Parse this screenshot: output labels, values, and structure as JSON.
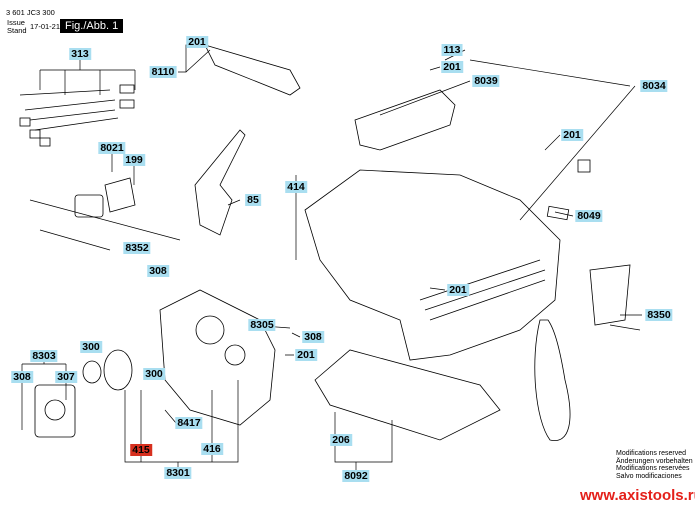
{
  "header": {
    "part_number": "3 601 JC3 300",
    "issue_label": "Issue",
    "stand_label": "Stand",
    "date": "17-01-21",
    "figure": "Fig./Abb. 1"
  },
  "labels": [
    {
      "text": "201"
    },
    {
      "text": "8110"
    },
    {
      "text": "113"
    },
    {
      "text": "201"
    },
    {
      "text": "8039"
    },
    {
      "text": "8034"
    },
    {
      "text": "313"
    },
    {
      "text": "8021"
    },
    {
      "text": "199"
    },
    {
      "text": "201"
    },
    {
      "text": "414"
    },
    {
      "text": "85"
    },
    {
      "text": "8049"
    },
    {
      "text": "8352"
    },
    {
      "text": "308"
    },
    {
      "text": "201"
    },
    {
      "text": "8350"
    },
    {
      "text": "8305"
    },
    {
      "text": "308"
    },
    {
      "text": "300"
    },
    {
      "text": "201"
    },
    {
      "text": "8303"
    },
    {
      "text": "308"
    },
    {
      "text": "307"
    },
    {
      "text": "300"
    },
    {
      "text": "8417"
    },
    {
      "text": "415",
      "highlight": "#d7301f"
    },
    {
      "text": "416"
    },
    {
      "text": "8301"
    },
    {
      "text": "206"
    },
    {
      "text": "8092"
    }
  ],
  "label_color": "#a9def0",
  "footer": {
    "notes": [
      "Modifications reserved",
      "Änderungen vorbehalten",
      "Modifications reservées",
      "Salvo modificaciones"
    ],
    "url": "www.axistools.ru",
    "url_color": "#e4201a"
  }
}
